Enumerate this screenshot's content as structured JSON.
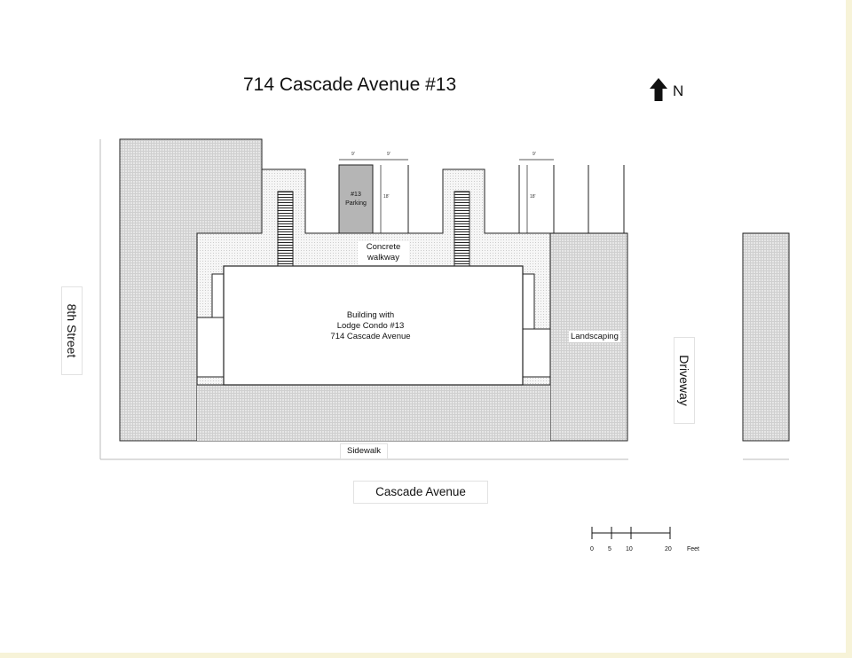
{
  "title": "714 Cascade Avenue #13",
  "compass": {
    "icon": "north-arrow-icon",
    "label": "N"
  },
  "streets": {
    "west": "8th Street",
    "south": "Cascade Avenue",
    "east": "Driveway",
    "sidewalk": "Sidewalk"
  },
  "areas": {
    "walkway": [
      "Concrete",
      "walkway"
    ],
    "building": [
      "Building with",
      "Lodge Condo #13",
      "714 Cascade Avenue"
    ],
    "landscaping": "Landscaping",
    "parking": [
      "#13",
      "Parking"
    ]
  },
  "dimensions": {
    "stall_width": "9'",
    "stall_depth": "18'"
  },
  "scale": {
    "ticks": [
      "0",
      "5",
      "10",
      "20"
    ],
    "unit": "Feet"
  },
  "colors": {
    "paper": "#ffffff",
    "page_border": "#f7f3d8",
    "hatch_fill": "#d8d8d8",
    "dot_fill": "#ececec",
    "parking_fill": "#b5b5b5",
    "line": "#111111"
  }
}
